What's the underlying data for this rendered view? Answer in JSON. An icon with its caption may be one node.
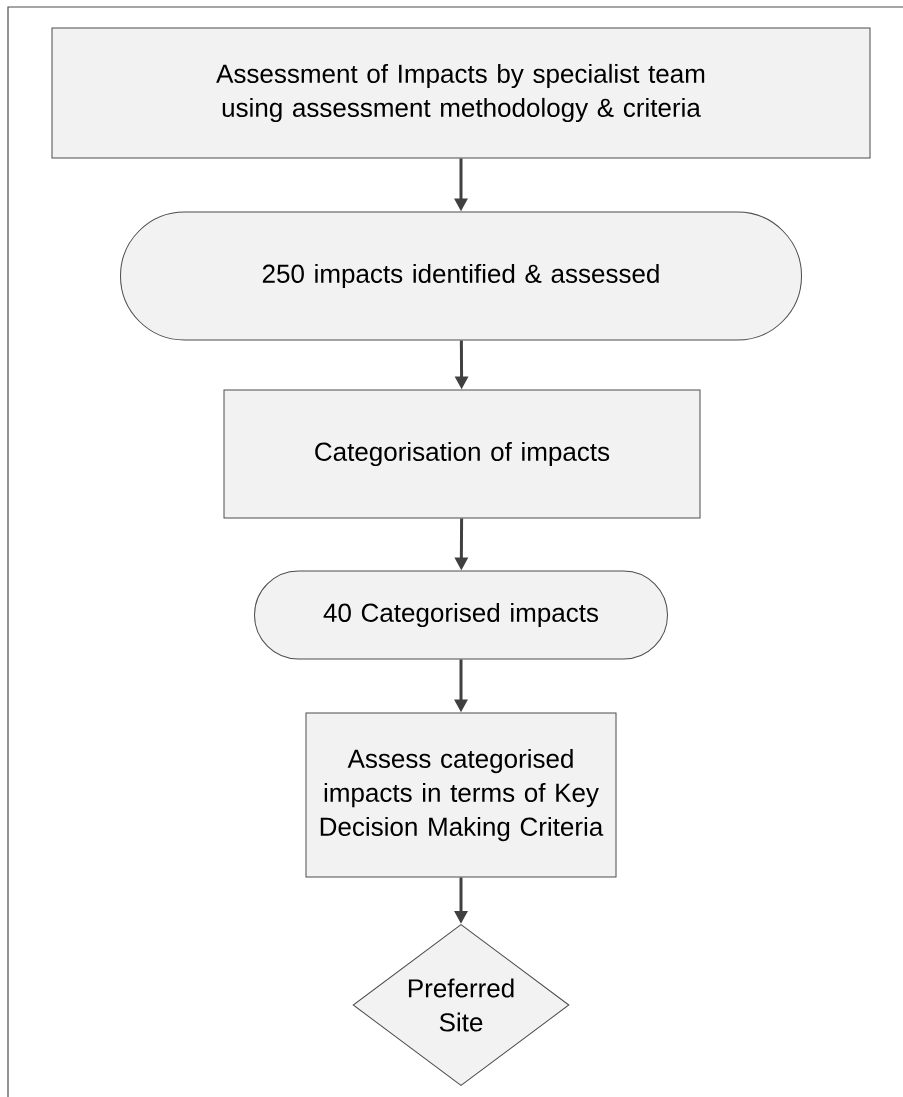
{
  "diagram": {
    "nodes": [
      {
        "text": [
          "Assessment of Impacts by specialist team using assessment methodology & criteria"
        ]
      },
      {
        "text": [
          "250 impacts identified & assessed"
        ]
      },
      {
        "text": [
          "Categorisation of impacts"
        ]
      },
      {
        "text": [
          "40 Categorised impacts"
        ]
      },
      {
        "text": [
          "Assess categorised impacts in terms of Key Decision Making Criteria"
        ]
      },
      {
        "text": [
          "Preferred Site"
        ]
      }
    ],
    "edges": [
      {
        "from": 0,
        "to": 1,
        "arrow": "to"
      },
      {
        "from": 1,
        "to": 2,
        "arrow": "to"
      },
      {
        "from": 2,
        "to": 3,
        "arrow": "to"
      },
      {
        "from": 3,
        "to": 4,
        "arrow": "to"
      },
      {
        "from": 4,
        "to": 5,
        "arrow": "to"
      }
    ]
  }
}
